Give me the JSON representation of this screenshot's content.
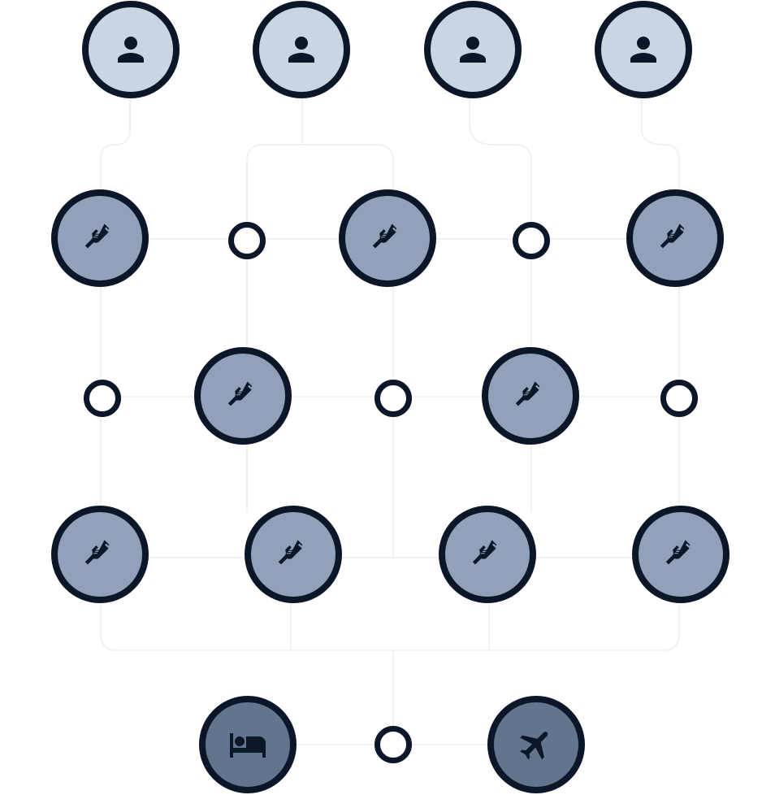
{
  "colors": {
    "person": "#cad5e2",
    "handoff": "#90a1b9",
    "destination": "#62748e",
    "outline": "#0b1628",
    "connector": "#eef1f5"
  },
  "legend": {
    "person": "user-icon",
    "handoff": "hand-offering-icon",
    "lodging": "bed-icon",
    "flight": "airplane-icon",
    "junction": "junction-node"
  },
  "nodes": [
    {
      "id": "p1",
      "kind": "person",
      "icon": "user-icon"
    },
    {
      "id": "p2",
      "kind": "person",
      "icon": "user-icon"
    },
    {
      "id": "p3",
      "kind": "person",
      "icon": "user-icon"
    },
    {
      "id": "p4",
      "kind": "person",
      "icon": "user-icon"
    },
    {
      "id": "h1",
      "kind": "handoff",
      "icon": "hand-offering-icon"
    },
    {
      "id": "j1",
      "kind": "junction"
    },
    {
      "id": "h2",
      "kind": "handoff",
      "icon": "hand-offering-icon"
    },
    {
      "id": "j2",
      "kind": "junction"
    },
    {
      "id": "h3",
      "kind": "handoff",
      "icon": "hand-offering-icon"
    },
    {
      "id": "j3",
      "kind": "junction"
    },
    {
      "id": "h4",
      "kind": "handoff",
      "icon": "hand-offering-icon"
    },
    {
      "id": "j4",
      "kind": "junction"
    },
    {
      "id": "h5",
      "kind": "handoff",
      "icon": "hand-offering-icon"
    },
    {
      "id": "j5",
      "kind": "junction"
    },
    {
      "id": "h6",
      "kind": "handoff",
      "icon": "hand-offering-icon"
    },
    {
      "id": "h7",
      "kind": "handoff",
      "icon": "hand-offering-icon"
    },
    {
      "id": "h8",
      "kind": "handoff",
      "icon": "hand-offering-icon"
    },
    {
      "id": "h9",
      "kind": "handoff",
      "icon": "hand-offering-icon"
    },
    {
      "id": "d1",
      "kind": "destination",
      "icon": "bed-icon"
    },
    {
      "id": "j6",
      "kind": "junction"
    },
    {
      "id": "d2",
      "kind": "destination",
      "icon": "airplane-icon"
    }
  ],
  "edges": [
    [
      "p1",
      "h1"
    ],
    [
      "p2",
      "j1"
    ],
    [
      "p3",
      "j2"
    ],
    [
      "p4",
      "h3"
    ],
    [
      "h1",
      "j1"
    ],
    [
      "j1",
      "h2"
    ],
    [
      "h2",
      "j2"
    ],
    [
      "j2",
      "h3"
    ],
    [
      "j3",
      "h4"
    ],
    [
      "h4",
      "j4"
    ],
    [
      "j4",
      "h5"
    ],
    [
      "h5",
      "j5"
    ],
    [
      "h6",
      "h7"
    ],
    [
      "h7",
      "h8"
    ],
    [
      "h8",
      "h9"
    ],
    [
      "d1",
      "j6"
    ],
    [
      "j6",
      "d2"
    ]
  ]
}
